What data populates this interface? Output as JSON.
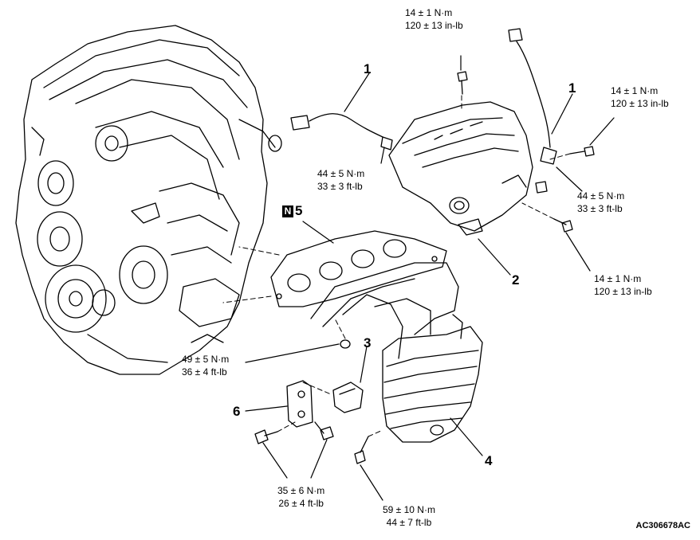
{
  "callouts": {
    "c1a": "1",
    "c1b": "1",
    "c2": "2",
    "c3": "3",
    "c4": "4",
    "c5_badge": "N",
    "c5": "5",
    "c6": "6"
  },
  "torques": {
    "t_top_center": [
      "14 ± 1 N·m",
      "120 ± 13 in-lb"
    ],
    "t_top_right": [
      "14 ± 1 N·m",
      "120 ± 13 in-lb"
    ],
    "t_sensor_left": [
      "44 ± 5 N·m",
      "33 ± 3 ft-lb"
    ],
    "t_sensor_right": [
      "44 ± 5 N·m",
      "33 ± 3 ft-lb"
    ],
    "t_cover_bolt": [
      "14 ± 1 N·m",
      "120 ± 13 in-lb"
    ],
    "t_manifold_nut": [
      "49 ± 5 N·m",
      "36 ± 4 ft-lb"
    ],
    "t_bracket_bolts": [
      "35 ± 6 N·m",
      "26 ± 4 ft-lb"
    ],
    "t_lower_bolt": [
      "59 ± 10 N·m",
      "44 ± 7 ft-lb"
    ]
  },
  "figure_code": "AC306678AC"
}
